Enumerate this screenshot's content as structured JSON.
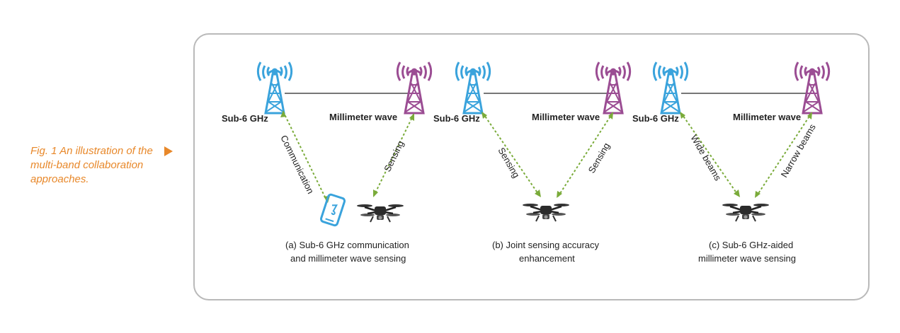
{
  "caption": "Fig. 1 An illustration of the multi-band collaboration approaches.",
  "colors": {
    "sub6": "#3aa3dc",
    "mmwave": "#9b4d93",
    "link": "#7aab3a",
    "caption": "#e8882a",
    "frame": "#b9b9b9"
  },
  "panels": [
    {
      "sub6_label": "Sub-6 GHz",
      "mmwave_label": "Millimeter wave",
      "left_link_label": "Communication",
      "right_link_label": "Sensing",
      "subcaption_line1": "(a) Sub-6 GHz communication",
      "subcaption_line2": "and millimeter wave sensing",
      "targets": [
        "smartphone-icon",
        "drone-icon"
      ]
    },
    {
      "sub6_label": "Sub-6 GHz",
      "mmwave_label": "Millimeter wave",
      "left_link_label": "Sensing",
      "right_link_label": "Sensing",
      "subcaption_line1": "(b) Joint sensing accuracy",
      "subcaption_line2": "enhancement",
      "targets": [
        "drone-icon"
      ]
    },
    {
      "sub6_label": "Sub-6 GHz",
      "mmwave_label": "Millimeter wave",
      "left_link_label": "Wide beams",
      "right_link_label": "Narrow beams",
      "subcaption_line1": "(c) Sub-6 GHz-aided",
      "subcaption_line2": "millimeter wave sensing",
      "targets": [
        "drone-icon"
      ]
    }
  ]
}
